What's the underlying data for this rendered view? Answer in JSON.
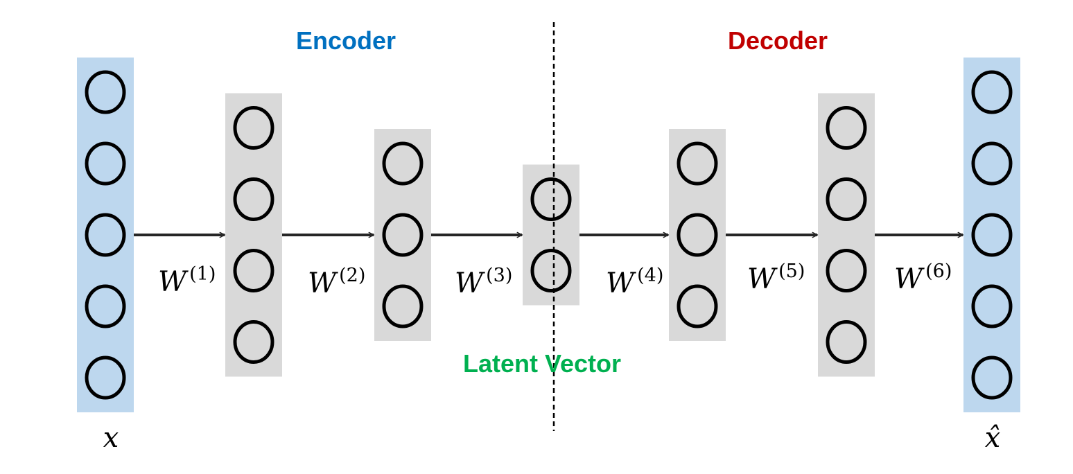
{
  "titles": {
    "encoder": "Encoder",
    "decoder": "Decoder",
    "latent": "Latent Vector"
  },
  "colors": {
    "encoder": "#0070C0",
    "decoder": "#C00000",
    "latent": "#00B050",
    "io_layer": "#BDD7EE",
    "hidden_layer": "#D9D9D9",
    "arrow": "#262626",
    "node_stroke": "#000000"
  },
  "layers": [
    {
      "name": "input",
      "nodes": 5,
      "kind": "io"
    },
    {
      "name": "hidden-1",
      "nodes": 4,
      "kind": "hidden"
    },
    {
      "name": "hidden-2",
      "nodes": 3,
      "kind": "hidden"
    },
    {
      "name": "latent",
      "nodes": 2,
      "kind": "hidden"
    },
    {
      "name": "hidden-4",
      "nodes": 3,
      "kind": "hidden"
    },
    {
      "name": "hidden-5",
      "nodes": 4,
      "kind": "hidden"
    },
    {
      "name": "output",
      "nodes": 5,
      "kind": "io"
    }
  ],
  "weights": [
    {
      "base": "W",
      "sup": "(1)"
    },
    {
      "base": "W",
      "sup": "(2)"
    },
    {
      "base": "W",
      "sup": "(3)"
    },
    {
      "base": "W",
      "sup": "(4)"
    },
    {
      "base": "W",
      "sup": "(5)"
    },
    {
      "base": "W",
      "sup": "(6)"
    }
  ],
  "io_labels": {
    "input": "x",
    "output": "x̂"
  }
}
